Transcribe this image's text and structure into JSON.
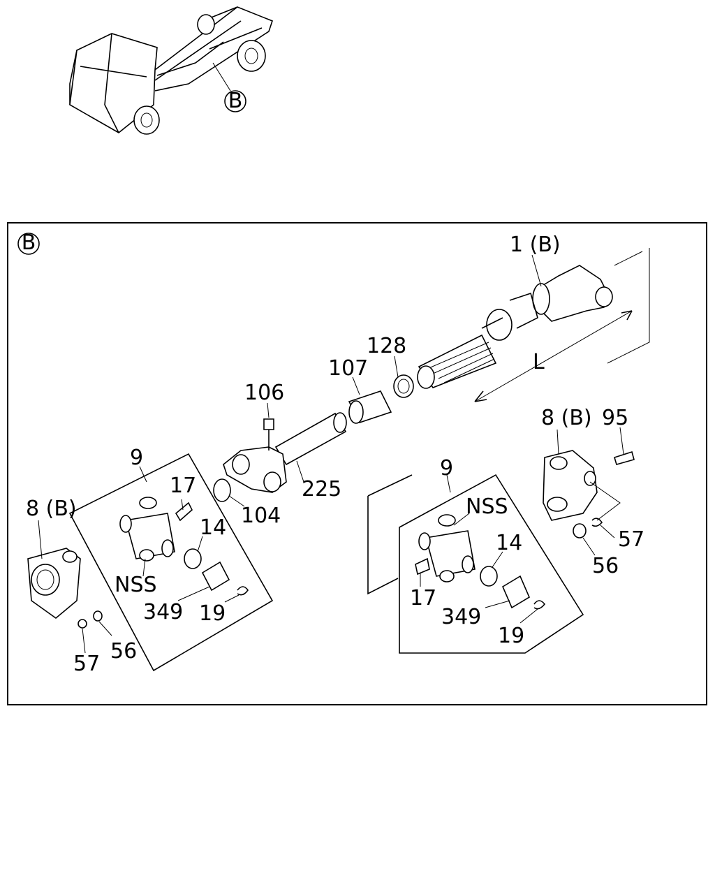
{
  "overview": {
    "ref_marker": "B"
  },
  "detail": {
    "ref_marker": "B"
  },
  "labels": {
    "p1": "1 (B)",
    "pL": "L",
    "p128": "128",
    "p107": "107",
    "p106": "106",
    "p225": "225",
    "p104": "104",
    "p9_left": "9",
    "p17_left": "17",
    "p14_left": "14",
    "pNSS_left": "NSS",
    "p349_left": "349",
    "p19_left": "19",
    "p8_left": "8 (B)",
    "p57_left": "57",
    "p56_left": "56",
    "p9_right": "9",
    "pNSS_right": "NSS",
    "p14_right": "14",
    "p17_right": "17",
    "p349_right": "349",
    "p19_right": "19",
    "p8_right": "8 (B)",
    "p95": "95",
    "p57_right": "57",
    "p56_right": "56"
  }
}
